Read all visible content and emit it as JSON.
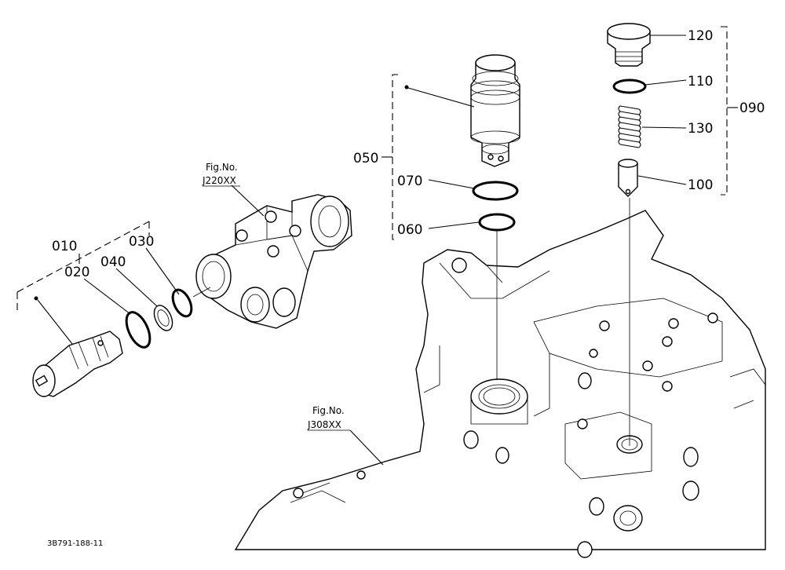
{
  "callouts": {
    "c010": "010",
    "c020": "020",
    "c030": "030",
    "c040": "040",
    "c050": "050",
    "c060": "060",
    "c070": "070",
    "c090": "090",
    "c100": "100",
    "c110": "110",
    "c120": "120",
    "c130": "130"
  },
  "figure_refs": {
    "j220_fig": "Fig.No.",
    "j220_code": "J220XX",
    "j308_fig": "Fig.No.",
    "j308_code": "J308XX"
  },
  "drawing_number": "3B791-188-11"
}
